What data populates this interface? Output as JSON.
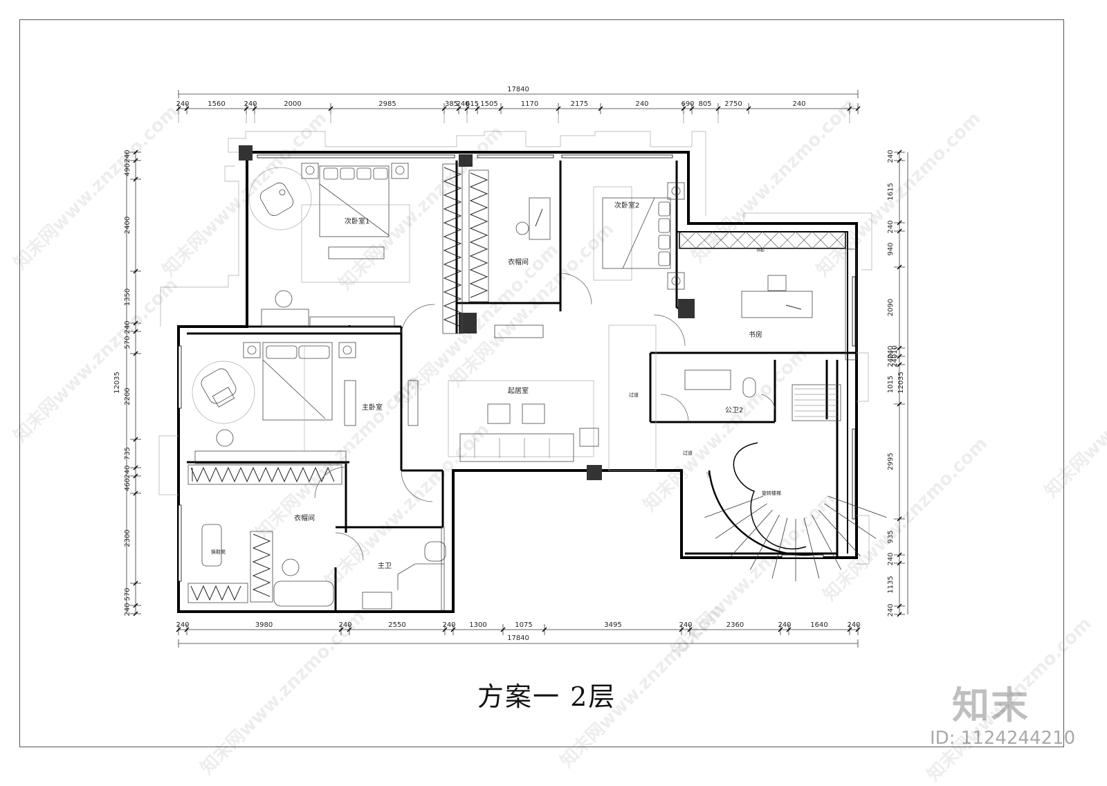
{
  "dimensions": {
    "top_total": "17840",
    "top_segments": [
      "240",
      "1560",
      "240",
      "2000",
      "2985",
      "385",
      "240",
      "615",
      "1505",
      "1170",
      "2175",
      "240",
      "690",
      "805",
      "2750",
      "240"
    ],
    "bottom_total": "17840",
    "bottom_segments": [
      "240",
      "3980",
      "240",
      "2550",
      "240",
      "1300",
      "1075",
      "3495",
      "240",
      "2360",
      "240",
      "1640",
      "240"
    ],
    "left_total": "12035",
    "left_segments": [
      "240",
      "490",
      "2400",
      "1350",
      "240",
      "570",
      "2200",
      "735",
      "240",
      "460",
      "2300",
      "570",
      "240"
    ],
    "right_total": "12035",
    "right_segments": [
      "240",
      "1615",
      "240",
      "940",
      "2090",
      "240",
      "240",
      "1015",
      "2995",
      "935",
      "240",
      "1135",
      "240"
    ],
    "right_overlap": "24010"
  },
  "rooms": {
    "bedroom2_1": "次卧室1",
    "bedroom2_2": "次卧室2",
    "cloakroom_top": "衣帽间",
    "study": "书房",
    "study_shelf": "书柜",
    "master_bedroom": "主卧室",
    "living_room": "起居室",
    "corridor_1": "过道",
    "corridor_2": "过道",
    "public_bath": "公卫2",
    "spiral_stair": "旋转楼梯",
    "stair_down": "下",
    "cloakroom_bottom": "衣帽间",
    "shoe_bench": "换鞋凳",
    "master_bath": "主卫"
  },
  "title": "方案一 2层",
  "brand": "知末",
  "id_label": "ID: 1124244210",
  "watermarks": [
    "知末网www.znzmo.com"
  ]
}
